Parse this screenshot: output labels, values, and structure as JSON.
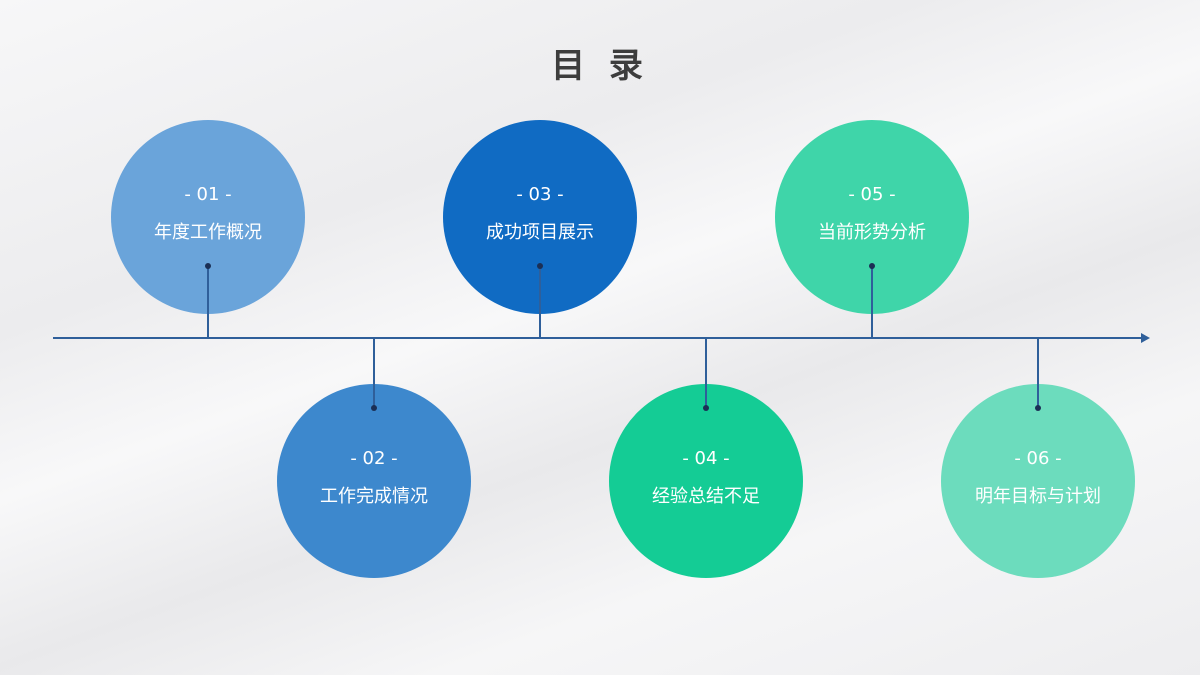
{
  "title": "目 录",
  "items": [
    {
      "num": "- 01 -",
      "label": "年度工作概况",
      "color": "#6aa4da"
    },
    {
      "num": "- 02 -",
      "label": "工作完成情况",
      "color": "#3d88cd"
    },
    {
      "num": "- 03 -",
      "label": "成功项目展示",
      "color": "#106bc3"
    },
    {
      "num": "- 04 -",
      "label": "经验总结不足",
      "color": "#14cc95"
    },
    {
      "num": "-  05 -",
      "label": "当前形势分析",
      "color": "#3fd5a9"
    },
    {
      "num": "- 06 -",
      "label": "明年目标与计划",
      "color": "#6cdcbd"
    }
  ]
}
